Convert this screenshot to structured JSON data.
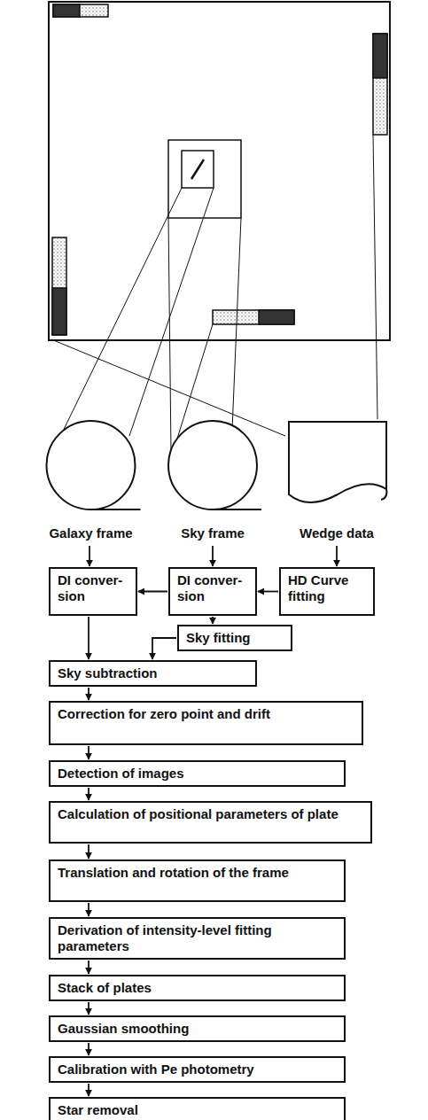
{
  "diagram": {
    "nodes": [
      {
        "text": [
          "Galaxy frame"
        ]
      },
      {
        "text": [
          "Sky frame"
        ]
      },
      {
        "text": [
          "Wedge data"
        ]
      },
      {
        "text": [
          "DI conver- sion"
        ]
      },
      {
        "text": [
          "DI conver- sion"
        ]
      },
      {
        "text": [
          "HD Curve fitting"
        ]
      },
      {
        "text": [
          "Sky fitting"
        ]
      },
      {
        "text": [
          "Sky subtraction"
        ]
      },
      {
        "text": [
          "Correction for zero point and drift"
        ]
      },
      {
        "text": [
          "Detection of images"
        ]
      },
      {
        "text": [
          "Calculation of positional parameters of plate"
        ]
      },
      {
        "text": [
          "Translation and rotation of the frame"
        ]
      },
      {
        "text": [
          "Derivation of intensity-level fitting parameters"
        ]
      },
      {
        "text": [
          "Stack of plates"
        ]
      },
      {
        "text": [
          "Gaussian smoothing"
        ]
      },
      {
        "text": [
          "Calibration with Pe photometry"
        ]
      },
      {
        "text": [
          "Star removal"
        ]
      }
    ],
    "edges": [
      {
        "from": 0,
        "to": 3,
        "arrow": "to"
      },
      {
        "from": 1,
        "to": 4,
        "arrow": "to"
      },
      {
        "from": 2,
        "to": 5,
        "arrow": "to"
      },
      {
        "from": 5,
        "to": 4,
        "arrow": "to"
      },
      {
        "from": 4,
        "to": 3,
        "arrow": "to"
      },
      {
        "from": 4,
        "to": 6,
        "arrow": "to"
      },
      {
        "from": 6,
        "to": 7,
        "arrow": "to"
      },
      {
        "from": 3,
        "to": 7,
        "arrow": "to"
      },
      {
        "from": 7,
        "to": 8,
        "arrow": "to"
      },
      {
        "from": 8,
        "to": 9,
        "arrow": "to"
      },
      {
        "from": 9,
        "to": 10,
        "arrow": "to"
      },
      {
        "from": 10,
        "to": 11,
        "arrow": "to"
      },
      {
        "from": 11,
        "to": 12,
        "arrow": "to"
      },
      {
        "from": 12,
        "to": 13,
        "arrow": "to"
      },
      {
        "from": 13,
        "to": 14,
        "arrow": "to"
      },
      {
        "from": 14,
        "to": 15,
        "arrow": "to"
      },
      {
        "from": 15,
        "to": 16,
        "arrow": "to"
      }
    ]
  }
}
